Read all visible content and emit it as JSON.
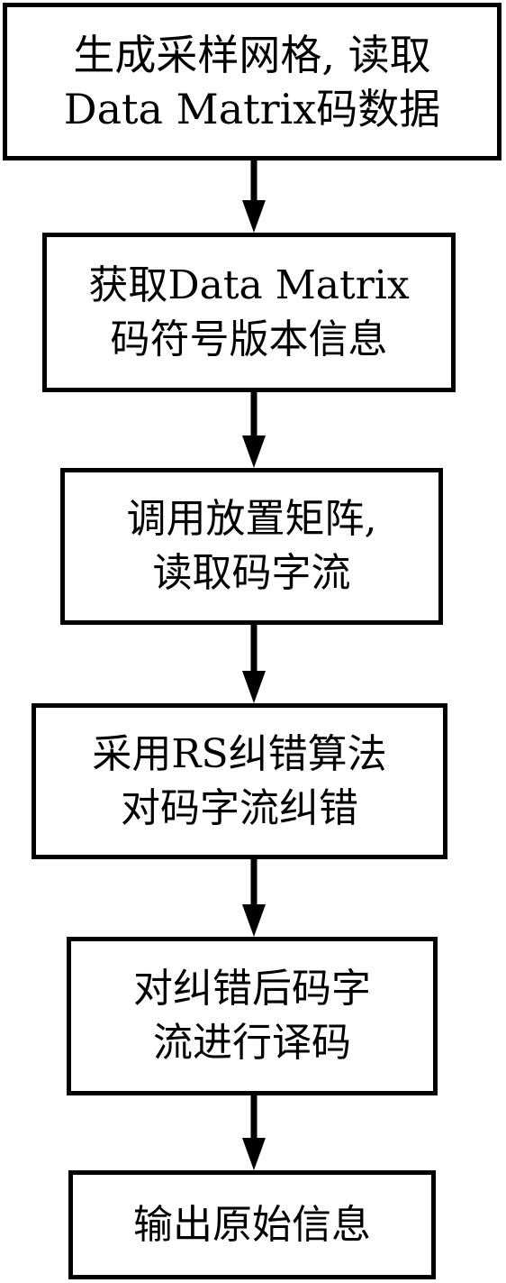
{
  "steps": [
    {
      "lines": [
        "生成采样网格, 读取",
        "Data Matrix码数据"
      ]
    },
    {
      "lines": [
        "获取Data Matrix",
        "码符号版本信息"
      ]
    },
    {
      "lines": [
        "调用放置矩阵,",
        "读取码字流"
      ]
    },
    {
      "lines": [
        "采用RS纠错算法",
        "对码字流纠错"
      ]
    },
    {
      "lines": [
        "对纠错后码字",
        "流进行译码"
      ]
    },
    {
      "lines": [
        "输出原始信息"
      ]
    }
  ],
  "colors": {
    "stroke": "#000000",
    "background": "#ffffff"
  }
}
